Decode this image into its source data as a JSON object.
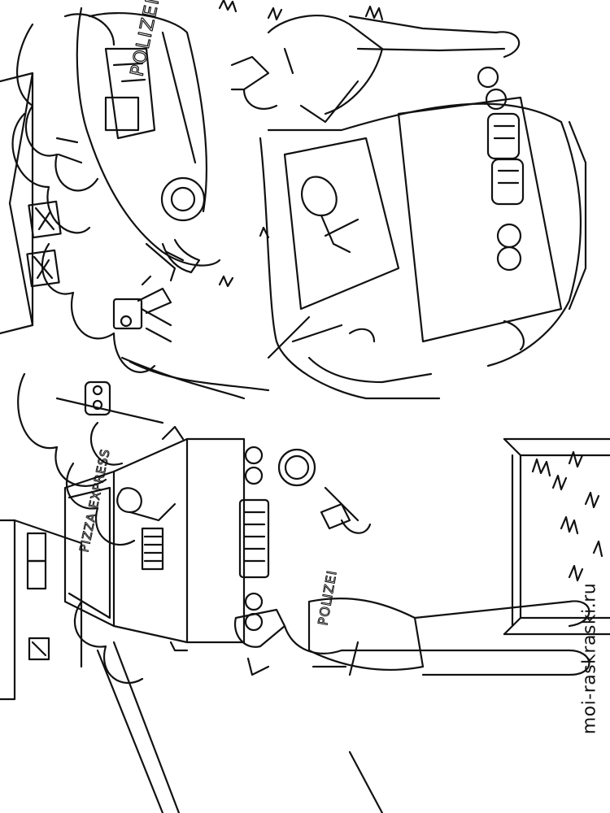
{
  "labels": {
    "police_car_door": "POLIZEI",
    "pizza_van_sign": "PIZZA EXPRESS",
    "officer_shirt": "POLIZEI"
  },
  "watermark": "moi-raskraski.ru",
  "colors": {
    "ink": "#111111",
    "paper": "#ffffff"
  }
}
